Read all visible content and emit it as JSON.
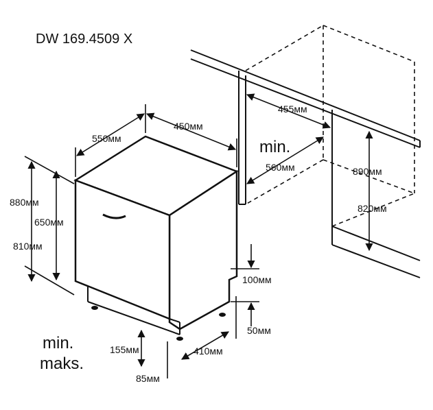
{
  "model": "DW 169.4509 X",
  "dimensions": {
    "width_top": "550мм",
    "depth_top": "450мм",
    "niche_depth": "455мм",
    "cabinet_depth": "560мм",
    "niche_height_max": "890мм",
    "niche_height_min": "820мм",
    "height_max": "880мм",
    "front_height": "650мм",
    "height_min": "810мм",
    "plinth_height": "100мм",
    "plinth_gap": "50мм",
    "foot_height": "155мм",
    "foot_depth": "410мм",
    "foot_min": "85мм"
  },
  "annotations": {
    "min": "min.",
    "min2": "min.",
    "maks": "maks."
  },
  "colors": {
    "line": "#111111",
    "background": "#ffffff"
  }
}
